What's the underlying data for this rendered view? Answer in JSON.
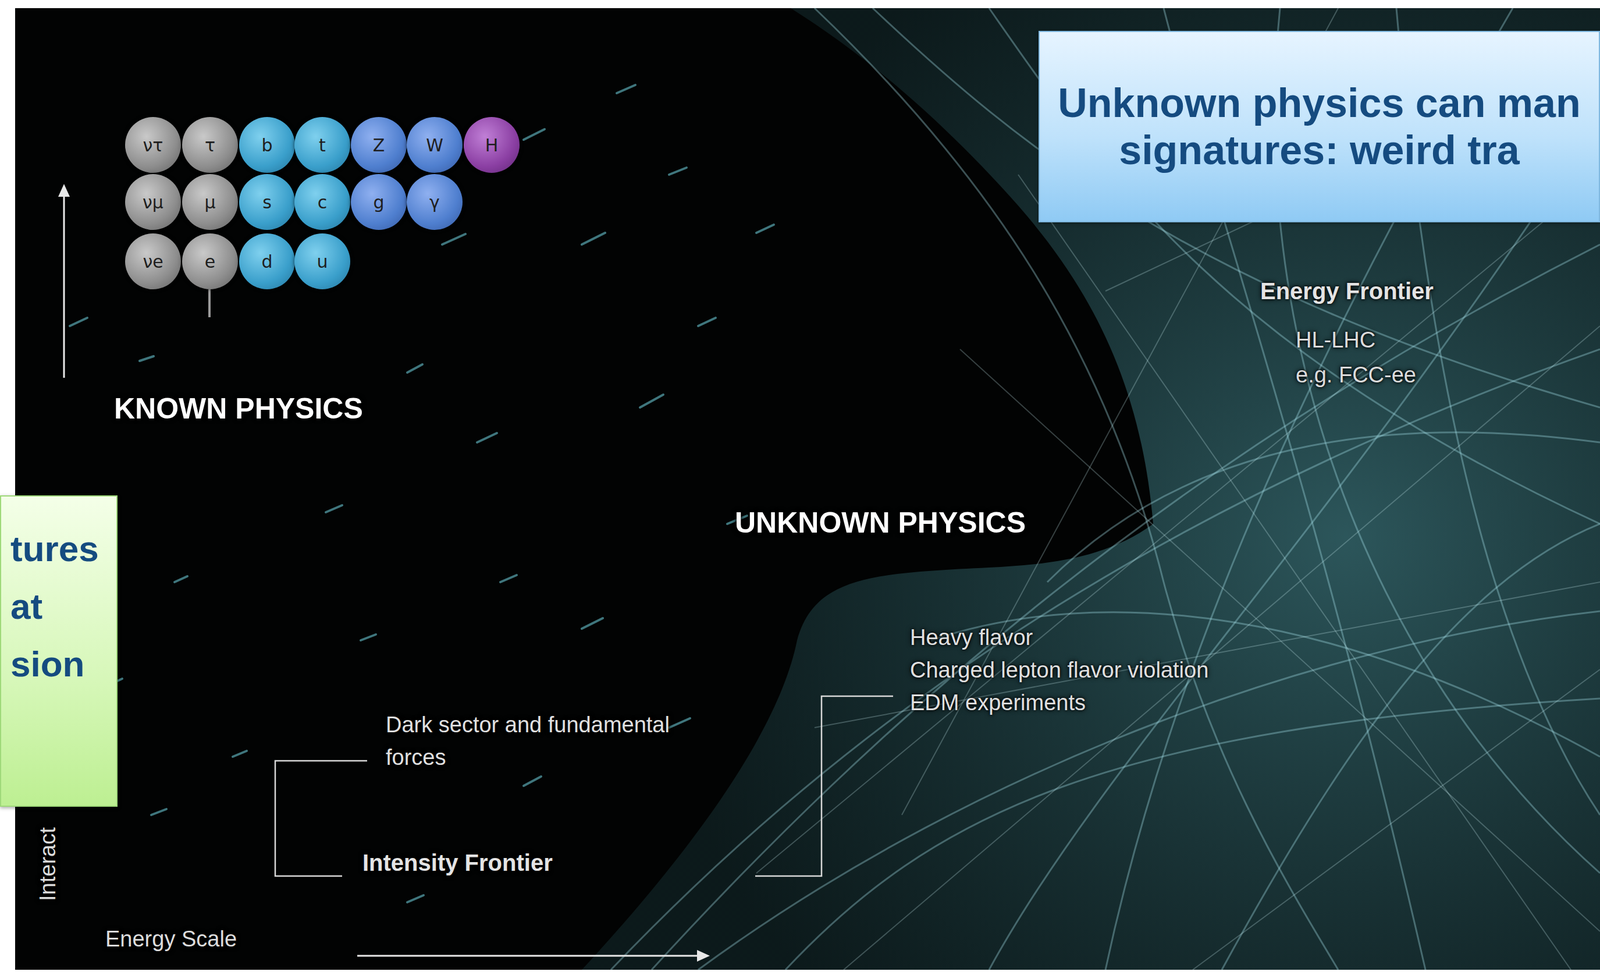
{
  "diagram": {
    "nodes": [
      {
        "text": [
          "Unknown physics can man signatures: weird tra"
        ]
      },
      {
        "text": [
          "ντ"
        ]
      },
      {
        "text": [
          "τ"
        ]
      },
      {
        "text": [
          "b"
        ]
      },
      {
        "text": [
          "t"
        ]
      },
      {
        "text": [
          "Z"
        ]
      },
      {
        "text": [
          "W"
        ]
      },
      {
        "text": [
          "H"
        ]
      },
      {
        "text": [
          "νμ"
        ]
      },
      {
        "text": [
          "μ"
        ]
      },
      {
        "text": [
          "s"
        ]
      },
      {
        "text": [
          "c"
        ]
      },
      {
        "text": [
          "g"
        ]
      },
      {
        "text": [
          "γ"
        ]
      },
      {
        "text": [
          "νe"
        ]
      },
      {
        "text": [
          "e"
        ]
      },
      {
        "text": [
          "d"
        ]
      },
      {
        "text": [
          "u"
        ]
      },
      {
        "text": [
          "tures at sion"
        ]
      }
    ],
    "labels": [
      "KNOWN PHYSICS",
      "UNKNOWN PHYSICS",
      "Energy Frontier",
      "HL-LHC",
      "e.g. FCC-ee",
      "Heavy flavor",
      "Charged lepton flavor violation",
      "EDM experiments",
      "Dark sector and fundamental forces",
      "Intensity Frontier",
      "Energy Scale",
      "Interact"
    ]
  }
}
